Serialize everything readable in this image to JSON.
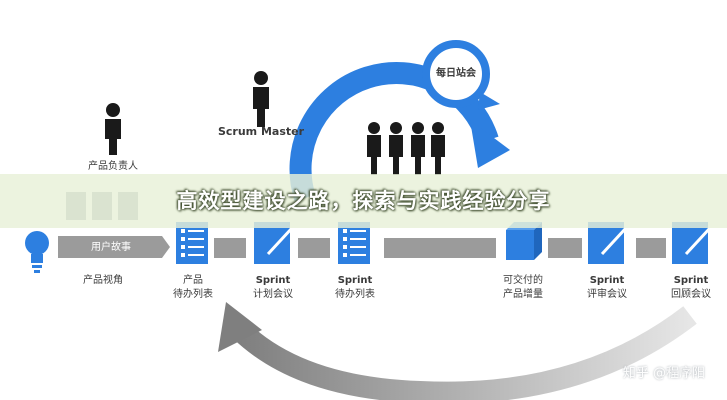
{
  "banner": {
    "title": "高效型建设之路，探索与实践经验分享"
  },
  "roles": {
    "product_owner": "产品负责人",
    "scrum_master": "Scrum Master",
    "daily_standup": "每日站会"
  },
  "flow": {
    "user_story": "用户故事",
    "steps": [
      {
        "line1": "产品视角",
        "line2": ""
      },
      {
        "line1": "产品",
        "line2": "待办列表"
      },
      {
        "line1": "Sprint",
        "line2": "计划会议"
      },
      {
        "line1": "Sprint",
        "line2": "待办列表"
      },
      {
        "line1": "可交付的",
        "line2": "产品增量"
      },
      {
        "line1": "Sprint",
        "line2": "评审会议"
      },
      {
        "line1": "Sprint",
        "line2": "回顾会议"
      }
    ]
  },
  "watermark": "知乎 @程序阳",
  "colors": {
    "primary": "#2d7fe0",
    "gray": "#999999",
    "arrow_gray": "#8f8f8f",
    "banner": "#e8f0d8"
  }
}
